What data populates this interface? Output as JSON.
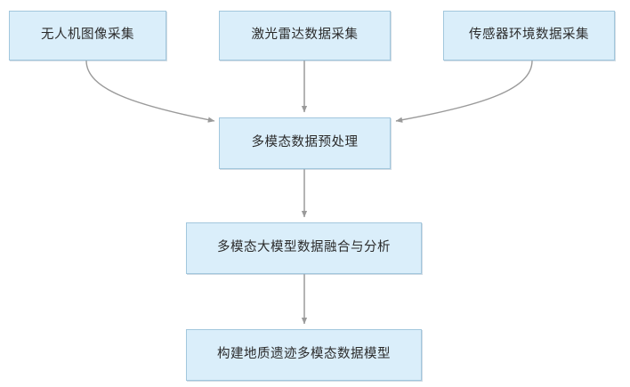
{
  "diagram": {
    "type": "flowchart",
    "orientation": "top-to-bottom",
    "background_color": "#ffffff",
    "node_fill_color": "#daeefa",
    "node_border_color": "#a2c7dd",
    "edge_color": "#9a9a9a",
    "text_color": "#2b2b2b",
    "nodes": [
      {
        "id": "uav",
        "label": "无人机图像采集"
      },
      {
        "id": "lidar",
        "label": "激光雷达数据采集"
      },
      {
        "id": "sensor",
        "label": "传感器环境数据采集"
      },
      {
        "id": "preprocess",
        "label": "多模态数据预处理"
      },
      {
        "id": "fusion",
        "label": "多模态大模型数据融合与分析"
      },
      {
        "id": "model",
        "label": "构建地质遗迹多模态数据模型"
      }
    ],
    "edges": [
      {
        "id": "uav-to-preprocess",
        "from": "uav",
        "to": "preprocess",
        "style": "curved",
        "arrow": "end"
      },
      {
        "id": "lidar-to-preprocess",
        "from": "lidar",
        "to": "preprocess",
        "style": "straight",
        "arrow": "end"
      },
      {
        "id": "sensor-to-preprocess",
        "from": "sensor",
        "to": "preprocess",
        "style": "curved",
        "arrow": "end"
      },
      {
        "id": "preprocess-to-fusion",
        "from": "preprocess",
        "to": "fusion",
        "style": "straight",
        "arrow": "end"
      },
      {
        "id": "fusion-to-model",
        "from": "fusion",
        "to": "model",
        "style": "straight",
        "arrow": "end"
      }
    ]
  }
}
